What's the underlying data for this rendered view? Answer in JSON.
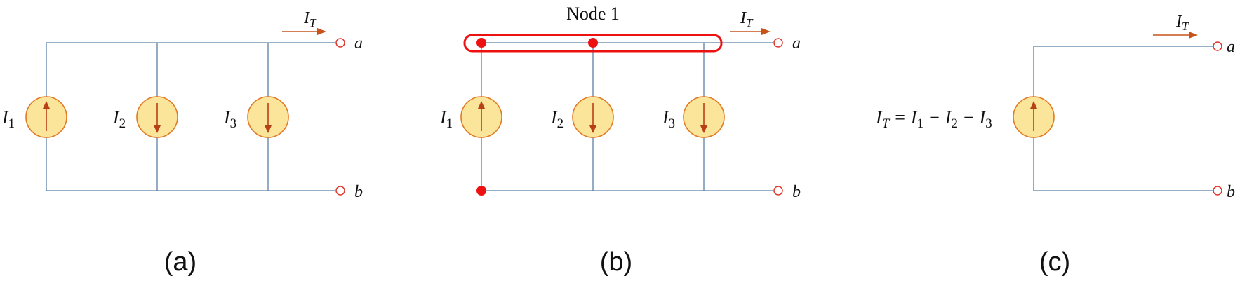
{
  "colors": {
    "wire": "#5b7fa8",
    "source_fill": "#fbe59a",
    "source_stroke": "#e27a22",
    "arrow": "#c8531a",
    "node_highlight": "#ee1111"
  },
  "panel_a": {
    "caption": "(a)",
    "current_label": "T",
    "terminal_top": "a",
    "terminal_bottom": "b",
    "sources": [
      {
        "name": "I",
        "sub": "1",
        "direction": "up"
      },
      {
        "name": "I",
        "sub": "2",
        "direction": "down"
      },
      {
        "name": "I",
        "sub": "3",
        "direction": "down"
      }
    ]
  },
  "panel_b": {
    "caption": "(b)",
    "node_label": "Node 1",
    "current_label": "T",
    "terminal_top": "a",
    "terminal_bottom": "b",
    "sources": [
      {
        "name": "I",
        "sub": "1",
        "direction": "up"
      },
      {
        "name": "I",
        "sub": "2",
        "direction": "down"
      },
      {
        "name": "I",
        "sub": "3",
        "direction": "down"
      }
    ]
  },
  "panel_c": {
    "caption": "(c)",
    "current_label": "T",
    "terminal_top": "a",
    "terminal_bottom": "b",
    "equation": {
      "lhs_name": "I",
      "lhs_sub": "T",
      "eq": "=",
      "t1_name": "I",
      "t1_sub": "1",
      "minus1": "−",
      "t2_name": "I",
      "t2_sub": "2",
      "minus2": "−",
      "t3_name": "I",
      "t3_sub": "3"
    },
    "source_direction": "up"
  }
}
